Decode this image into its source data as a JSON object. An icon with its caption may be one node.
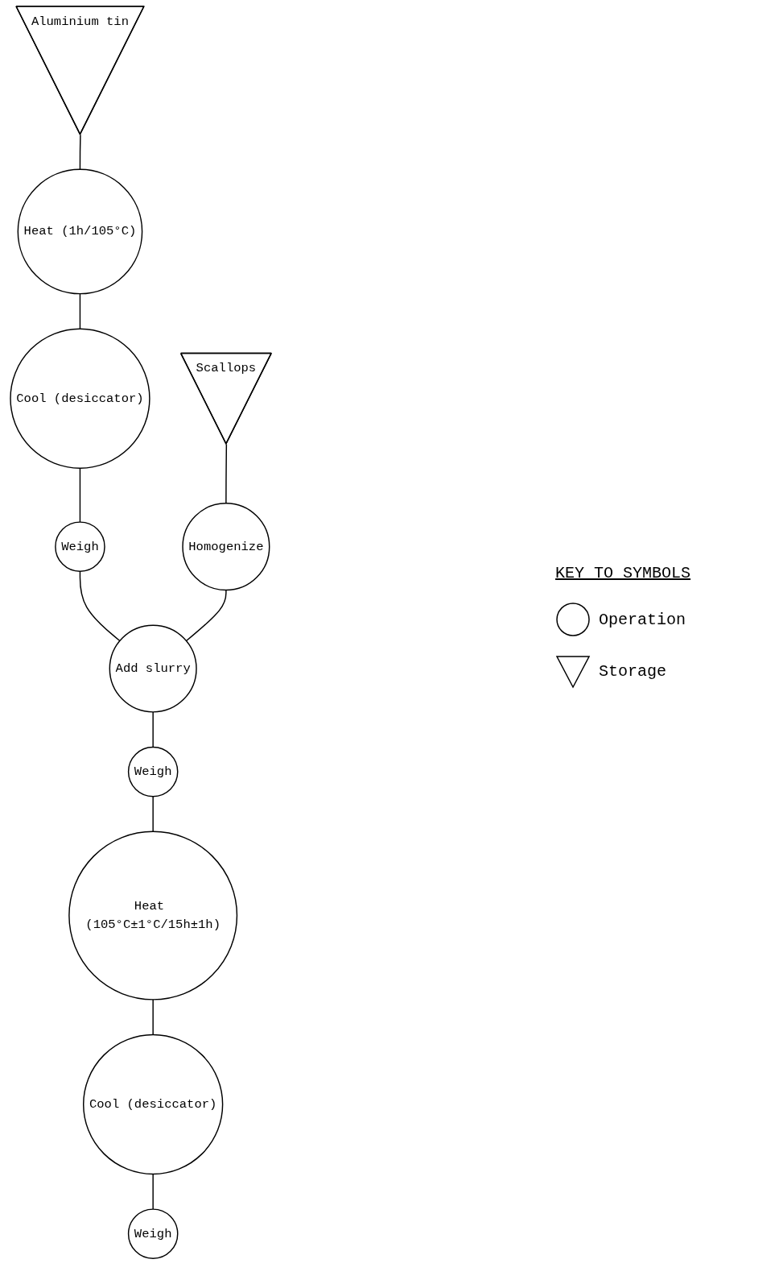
{
  "diagram": {
    "nodes": [
      {
        "text": [
          "Aluminium tin"
        ]
      },
      {
        "text": [
          "Scallops"
        ]
      },
      {
        "text": [
          "Heat (1h/105°C)"
        ]
      },
      {
        "text": [
          "Homogenize"
        ]
      },
      {
        "text": [
          "Cool (desiccator)"
        ]
      },
      {
        "text": [
          "Weigh"
        ]
      },
      {
        "text": [
          "Add slurry"
        ]
      },
      {
        "text": [
          "Weigh"
        ]
      },
      {
        "text": [
          "Heat (105°C±1°C/15h±1h)"
        ]
      },
      {
        "text": [
          "Cool (desiccator)"
        ]
      },
      {
        "text": [
          "Weigh"
        ]
      }
    ],
    "edges": [
      {
        "from": 0,
        "to": 2,
        "arrow": "none"
      },
      {
        "from": 2,
        "to": 4,
        "arrow": "none"
      },
      {
        "from": 4,
        "to": 5,
        "arrow": "none"
      },
      {
        "from": 5,
        "to": 6,
        "arrow": "none"
      },
      {
        "from": 1,
        "to": 3,
        "arrow": "none"
      },
      {
        "from": 3,
        "to": 6,
        "arrow": "none"
      },
      {
        "from": 6,
        "to": 7,
        "arrow": "none"
      },
      {
        "from": 7,
        "to": 8,
        "arrow": "none"
      },
      {
        "from": 8,
        "to": 9,
        "arrow": "none"
      },
      {
        "from": 9,
        "to": 10,
        "arrow": "none"
      }
    ],
    "labels": [
      "KEY TO SYMBOLS"
    ],
    "legend": [
      {
        "text": "Operation"
      },
      {
        "text": "Storage"
      }
    ]
  }
}
